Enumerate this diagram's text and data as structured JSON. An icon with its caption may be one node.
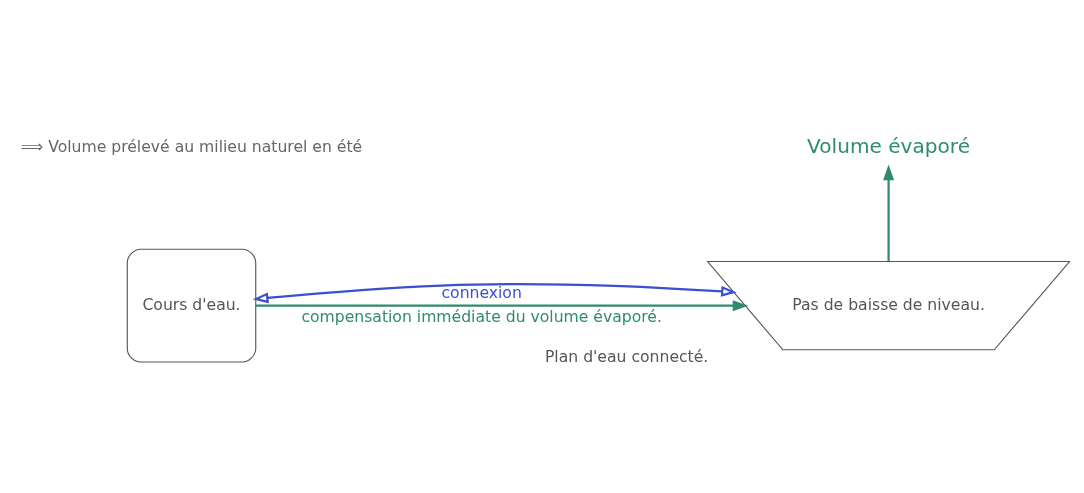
{
  "diagram": {
    "nodes": [
      {
        "text": [
          "Volume évaporé"
        ]
      },
      {
        "text": [
          "Pas de baisse de niveau."
        ],
        "beside": [
          "Plan d'eau connecté."
        ]
      },
      {
        "text": [
          "Cours d'eau."
        ]
      }
    ],
    "edges": [
      {
        "from": 1,
        "to": 0,
        "arrow": "to"
      },
      {
        "from": 2,
        "to": 1,
        "arrow": "both",
        "label": "connexion",
        "color": "#3b4fd0"
      },
      {
        "from": 2,
        "to": 1,
        "arrow": "to",
        "label": "compensation immédiate du volume évaporé."
      }
    ],
    "labels": [
      "⟹ Volume prélevé au milieu naturel en été"
    ]
  }
}
